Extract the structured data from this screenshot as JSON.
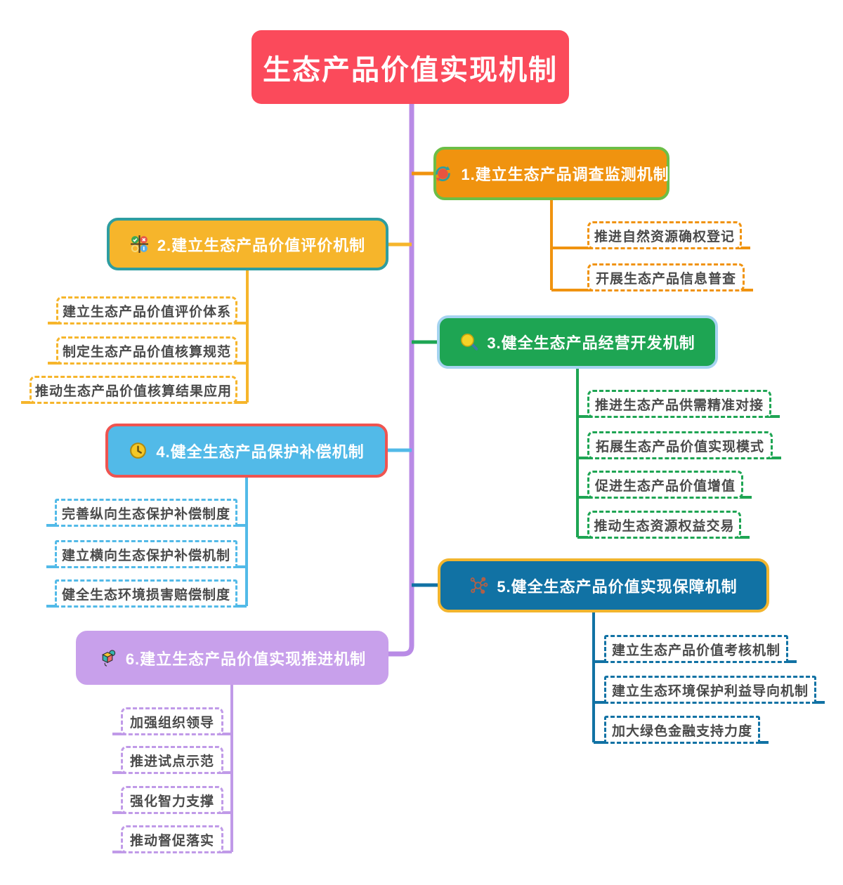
{
  "root": {
    "label": "生态产品价值实现机制",
    "fill": "#FB4A5B",
    "text_color": "#FFFFFF"
  },
  "trunk_color": "#B98BE6",
  "child_text_color": "#4A4A4A",
  "branches": [
    {
      "label": "1.建立生态产品调查监测机制",
      "icon": "cycle-arrows-icon",
      "fill": "#F0930F",
      "border": "#6CBE46",
      "line": "#F0930F",
      "side": "right",
      "children": [
        "推进自然资源确权登记",
        "开展生态产品信息普查"
      ]
    },
    {
      "label": "2.建立生态产品价值评价机制",
      "icon": "check-grid-icon",
      "fill": "#F6B52B",
      "border": "#2E9DA0",
      "line": "#F6B52B",
      "side": "left",
      "children": [
        "建立生态产品价值评价体系",
        "制定生态产品价值核算规范",
        "推动生态产品价值核算结果应用"
      ]
    },
    {
      "label": "3.健全生态产品经营开发机制",
      "icon": "magnifier-icon",
      "fill": "#1EA553",
      "border": "#A5D3F0",
      "line": "#1EA553",
      "side": "right",
      "children": [
        "推进生态产品供需精准对接",
        "拓展生态产品价值实现模式",
        "促进生态产品价值增值",
        "推动生态资源权益交易"
      ]
    },
    {
      "label": "4.健全生态产品保护补偿机制",
      "icon": "clock-icon",
      "fill": "#52BAE8",
      "border": "#EF5450",
      "line": "#52BAE8",
      "side": "left",
      "children": [
        "完善纵向生态保护补偿制度",
        "建立横向生态保护补偿机制",
        "健全生态环境损害赔偿制度"
      ]
    },
    {
      "label": "5.健全生态产品价值实现保障机制",
      "icon": "molecule-network-icon",
      "fill": "#1172A4",
      "border": "#F2B52E",
      "line": "#1172A4",
      "side": "right",
      "children": [
        "建立生态产品价值考核机制",
        "建立生态环境保护利益导向机制",
        "加大绿色金融支持力度"
      ]
    },
    {
      "label": "6.建立生态产品价值实现推进机制",
      "icon": "cube-icon",
      "fill": "#C8A0EB",
      "border": "#C8A0EB",
      "line": "#C09AE8",
      "side": "left",
      "children": [
        "加强组织领导",
        "推进试点示范",
        "强化智力支撑",
        "推动督促落实"
      ]
    }
  ]
}
